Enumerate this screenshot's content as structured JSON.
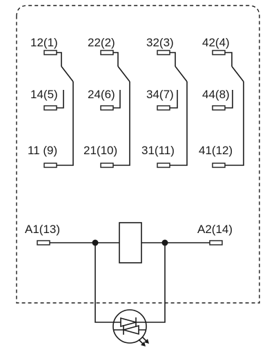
{
  "contacts": [
    {
      "no": "12(1)",
      "common": "11 (9)",
      "nc": "14(5)"
    },
    {
      "no": "22(2)",
      "common": "21(10)",
      "nc": "24(6)"
    },
    {
      "no": "32(3)",
      "common": "31(11)",
      "nc": "34(7)"
    },
    {
      "no": "42(4)",
      "common": "41(12)",
      "nc": "44(8)"
    }
  ],
  "coil": {
    "left_label": "A1(13)",
    "right_label": "A2(14)"
  }
}
